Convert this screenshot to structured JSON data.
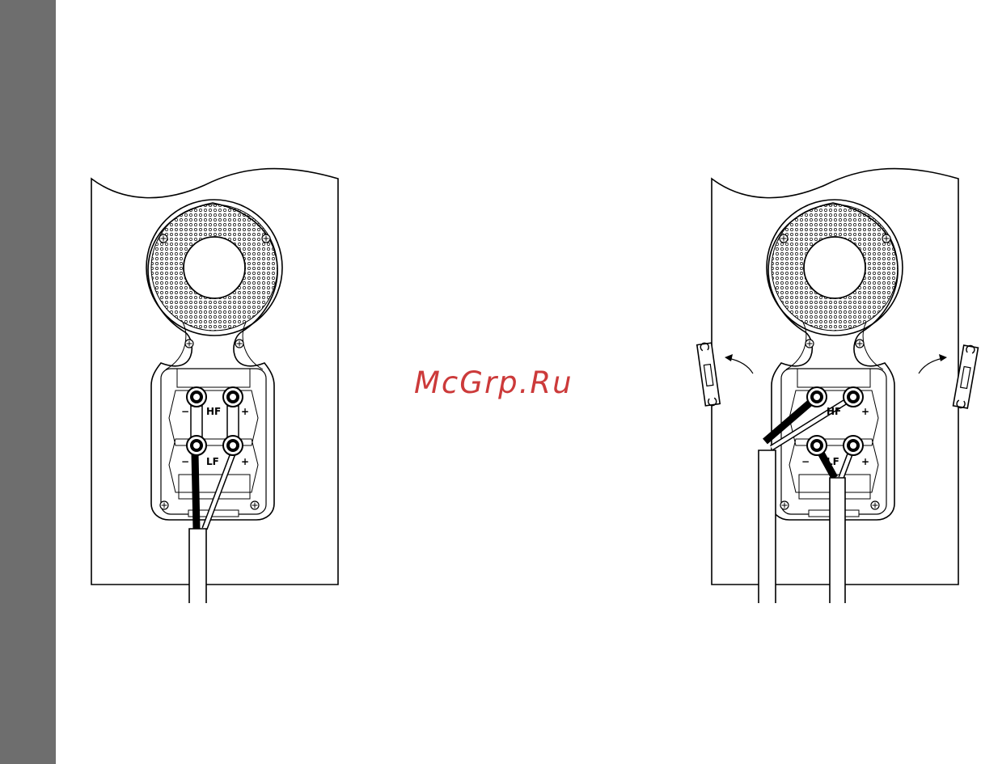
{
  "page": {
    "strip_color": "#6e6e6e",
    "background": "#ffffff"
  },
  "watermark": {
    "text": "McGrp.Ru",
    "color": "#cc3a3a"
  },
  "speakers": [
    {
      "name": "left-speaker",
      "terminal_labels": {
        "hf": "HF",
        "lf": "LF",
        "minus": "−",
        "plus": "+"
      },
      "wiring": "single-wire, bridged"
    },
    {
      "name": "right-speaker",
      "terminal_labels": {
        "hf": "HF",
        "lf": "LF",
        "minus": "−",
        "plus": "+"
      },
      "wiring": "bi-wire, bridges removed"
    }
  ],
  "icons": [
    "screw-icon",
    "binding-post-icon",
    "bridge-clip-icon",
    "arrow-icon"
  ]
}
